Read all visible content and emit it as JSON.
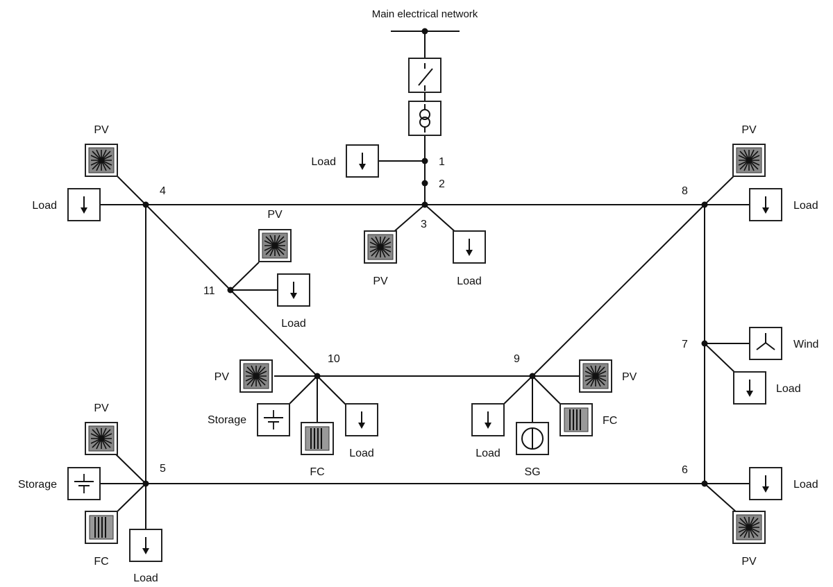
{
  "title": "Main electrical network",
  "node_labels": [
    "1",
    "2",
    "3",
    "4",
    "5",
    "6",
    "7",
    "8",
    "9",
    "10",
    "11"
  ],
  "labels": {
    "pv": "PV",
    "load": "Load",
    "storage": "Storage",
    "fc": "FC",
    "wind": "Wind",
    "sg": "SG"
  },
  "colors": {
    "line": "#111111",
    "component_fill": "#888888"
  }
}
